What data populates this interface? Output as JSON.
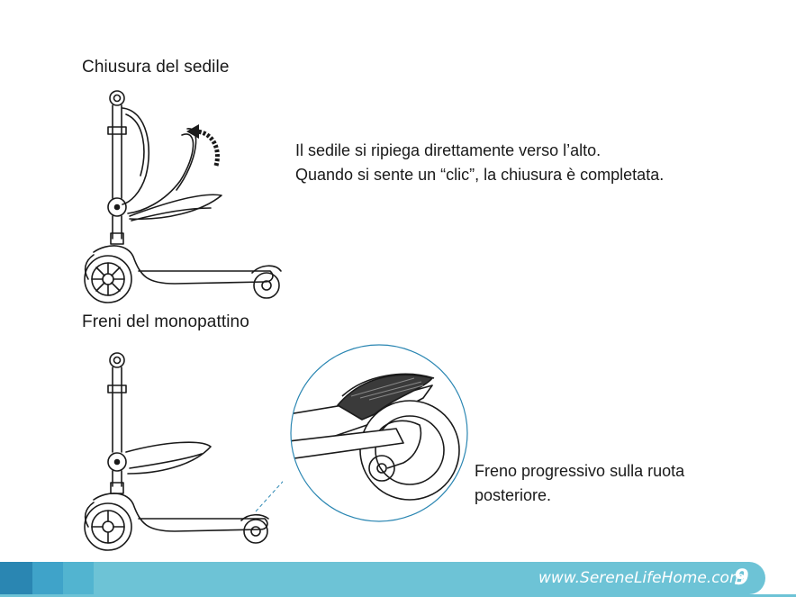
{
  "sections": [
    {
      "heading": "Chiusura del sedile",
      "lines": [
        "Il sedile si ripiega direttamente verso l’alto.",
        "Quando si sente un “clic”, la chiusura è completata."
      ]
    },
    {
      "heading": "Freni del monopattino",
      "lines": [
        "Freno progressivo sulla ruota",
        "posteriore."
      ]
    }
  ],
  "footer": {
    "website": "www.SereneLifeHome.com",
    "page_number": "9",
    "colors": {
      "dark": "#2a86b2",
      "mid": "#3fa3c9",
      "light": "#6dc3d6"
    }
  },
  "icons": [
    "scooter-seat-fold-illustration",
    "curved-arrow-icon",
    "scooter-brake-illustration",
    "brake-detail-magnifier"
  ]
}
